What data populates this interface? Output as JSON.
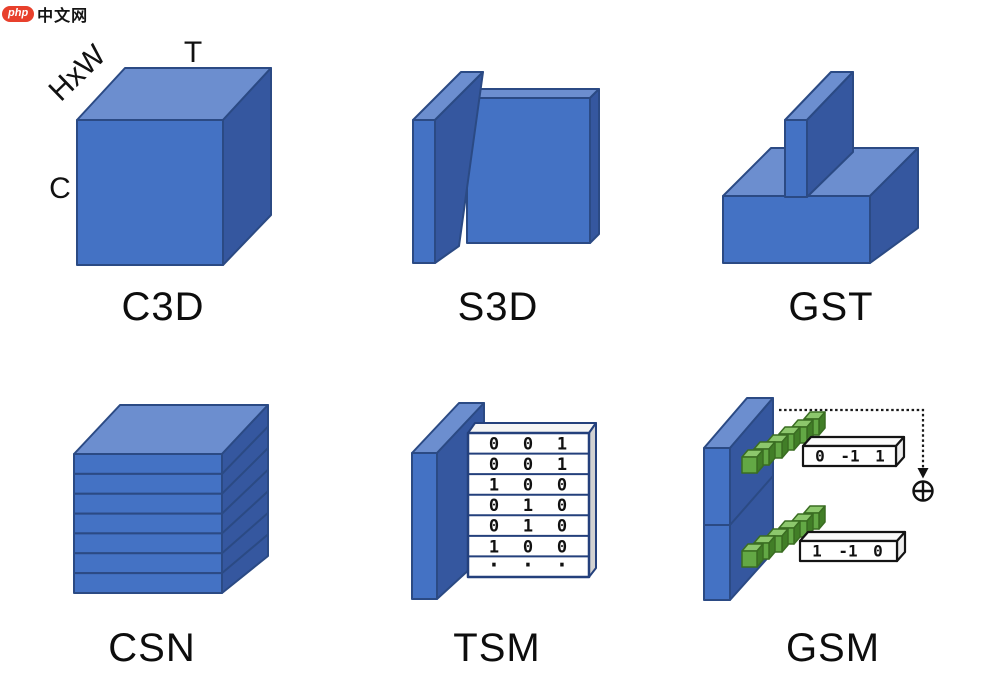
{
  "watermark": {
    "badge_label": "php",
    "site_name": "中文网"
  },
  "c3d": {
    "title": "C3D",
    "axis_top": "T",
    "axis_left": "C",
    "axis_diag": "HxW"
  },
  "s3d": {
    "title": "S3D"
  },
  "gst": {
    "title": "GST"
  },
  "csn": {
    "title": "CSN"
  },
  "tsm": {
    "title": "TSM",
    "shift_matrix": [
      [
        "0",
        "0",
        "1"
      ],
      [
        "0",
        "0",
        "1"
      ],
      [
        "1",
        "0",
        "0"
      ],
      [
        "0",
        "1",
        "0"
      ],
      [
        "0",
        "1",
        "0"
      ],
      [
        "1",
        "0",
        "0"
      ],
      [
        "·",
        "·",
        "·"
      ]
    ]
  },
  "gsm": {
    "title": "GSM",
    "kernel_top": [
      "0",
      "-1",
      "1"
    ],
    "kernel_bottom": [
      "1",
      "-1",
      "0"
    ]
  },
  "colors": {
    "cube_front": "#4472C4",
    "cube_top": "#6C8ECF",
    "cube_side": "#35579F",
    "cube_outline": "#2B4A84",
    "gate_front": "#63A845",
    "gate_top": "#8CC76C",
    "gate_side": "#417E27",
    "matrix_outline": "#24407C",
    "kernel_box_outline": "#141414",
    "logo_red": "#E8402C"
  }
}
